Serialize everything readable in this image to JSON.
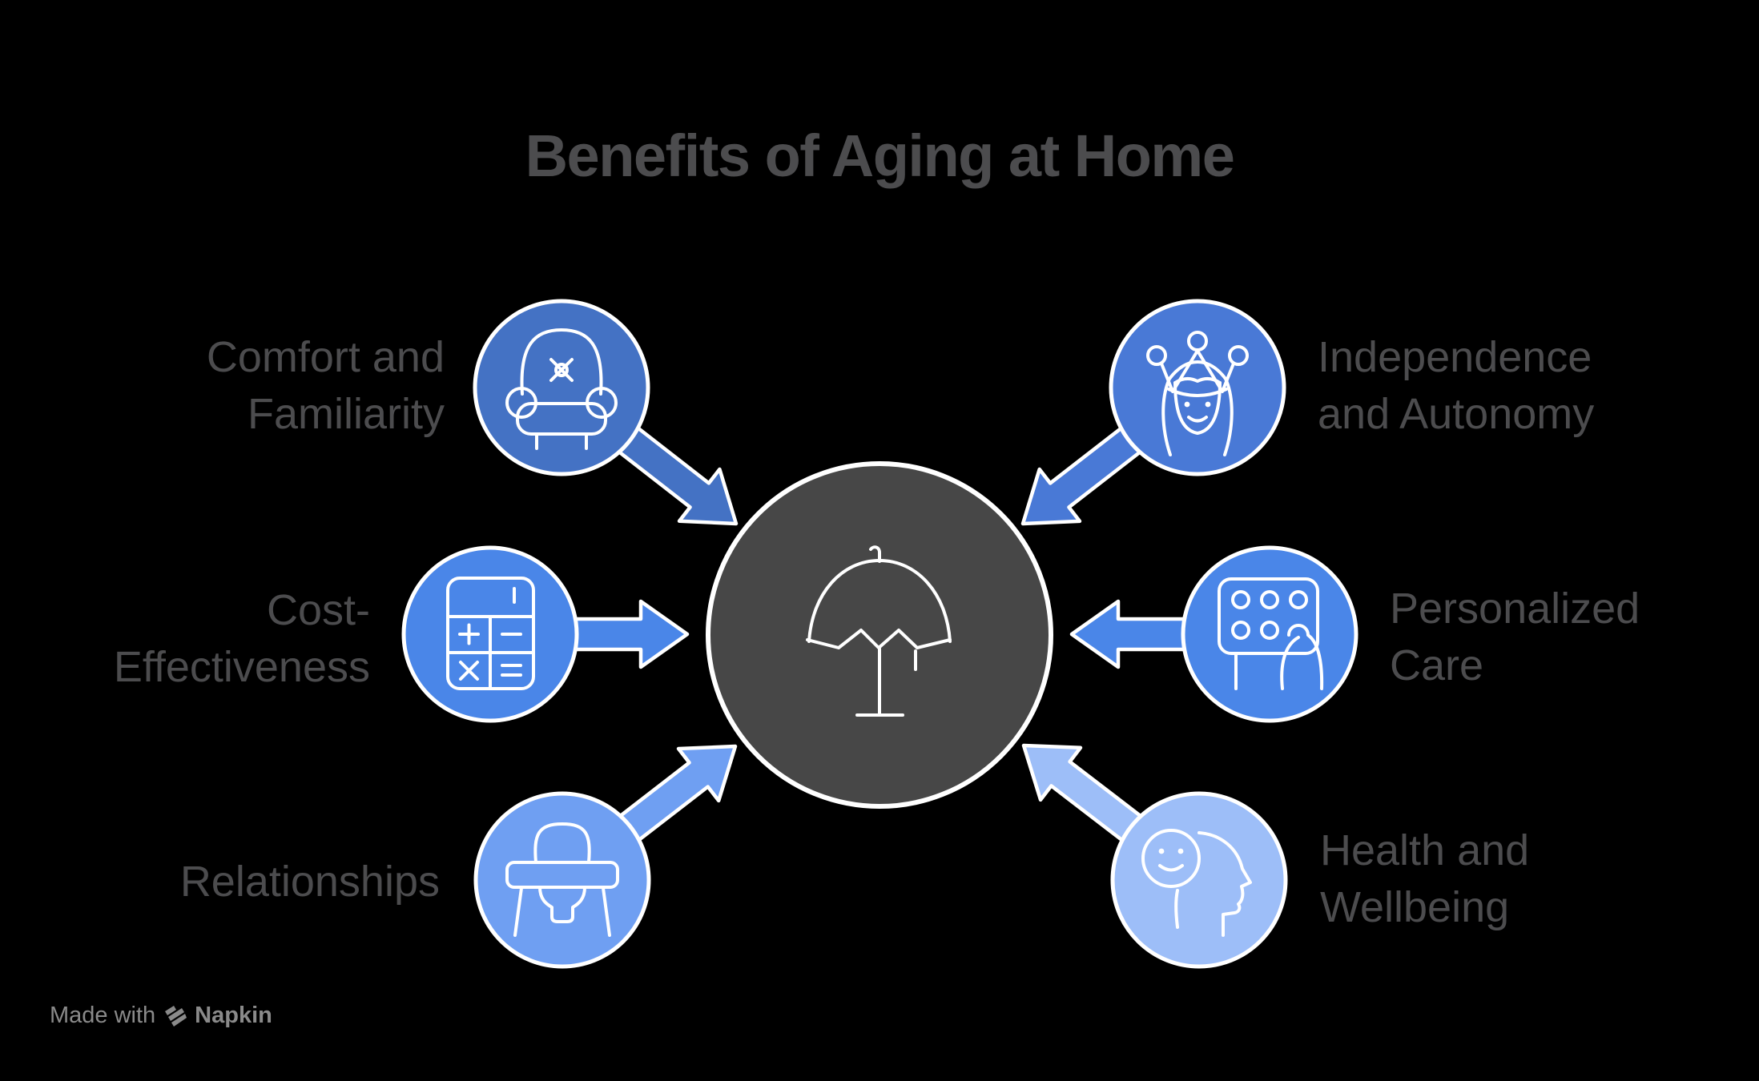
{
  "title": "Benefits of Aging at Home",
  "center": {
    "icon": "umbrella-icon",
    "color": "#474747"
  },
  "nodes": [
    {
      "id": "comfort",
      "label": "Comfort and\nFamiliarity",
      "icon": "armchair-icon",
      "color": "#4472c4",
      "position": "top-left"
    },
    {
      "id": "independence",
      "label": "Independence\nand Autonomy",
      "icon": "queen-icon",
      "color": "#4979d6",
      "position": "top-right"
    },
    {
      "id": "cost",
      "label": "Cost-\nEffectiveness",
      "icon": "calculator-icon",
      "color": "#4a86e8",
      "position": "middle-left"
    },
    {
      "id": "personalized",
      "label": "Personalized\nCare",
      "icon": "pill-organizer-icon",
      "color": "#4a86e8",
      "position": "middle-right"
    },
    {
      "id": "relationships",
      "label": "Relationships",
      "icon": "high-chair-icon",
      "color": "#6f9ff2",
      "position": "bottom-left"
    },
    {
      "id": "health",
      "label": "Health and\nWellbeing",
      "icon": "head-smiley-icon",
      "color": "#9dbef8",
      "position": "bottom-right"
    }
  ],
  "palette": {
    "background": "#000000",
    "center_circle": "#474747",
    "stroke": "#ffffff",
    "text": "#4c4c4e",
    "watermark": "#8a8a8a"
  },
  "watermark": {
    "prefix": "Made with",
    "brand": "Napkin"
  }
}
